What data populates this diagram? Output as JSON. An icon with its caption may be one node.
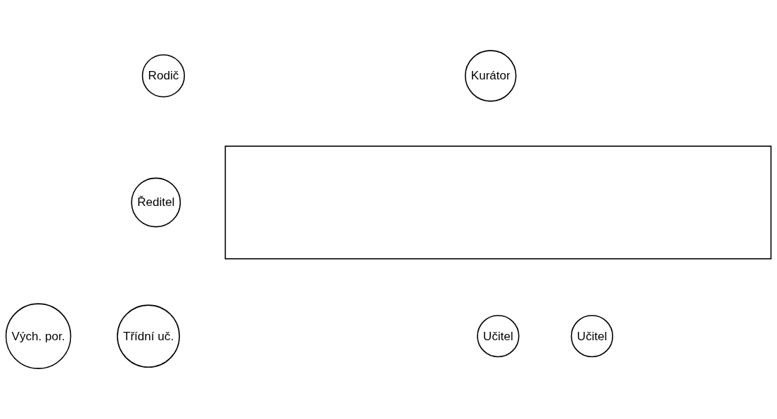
{
  "diagram": {
    "nodes": [
      {
        "text": [
          "Rodič"
        ]
      },
      {
        "text": [
          "Kurátor"
        ]
      },
      {
        "text": [
          "Ředitel"
        ]
      },
      {
        "text": [],
        "shape": "box"
      },
      {
        "text": [
          "Vých. por."
        ]
      },
      {
        "text": [
          "Třídní uč."
        ]
      },
      {
        "text": [
          "Učitel"
        ]
      },
      {
        "text": [
          "Učitel"
        ]
      }
    ],
    "edges": []
  }
}
